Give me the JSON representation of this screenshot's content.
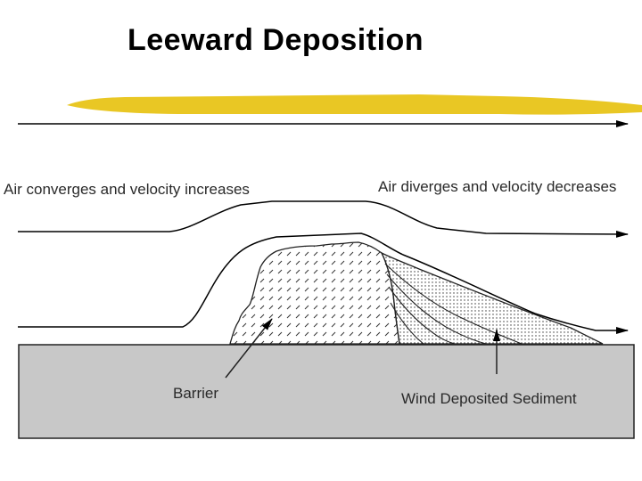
{
  "title": "Leeward Deposition",
  "labels": {
    "converge": "Air converges and velocity increases",
    "diverge": "Air diverges and velocity decreases",
    "barrier": "Barrier",
    "sediment": "Wind Deposited Sediment"
  },
  "colors": {
    "ground": "#c8c8c8",
    "highlight": "#e8c418",
    "line": "#000000"
  }
}
